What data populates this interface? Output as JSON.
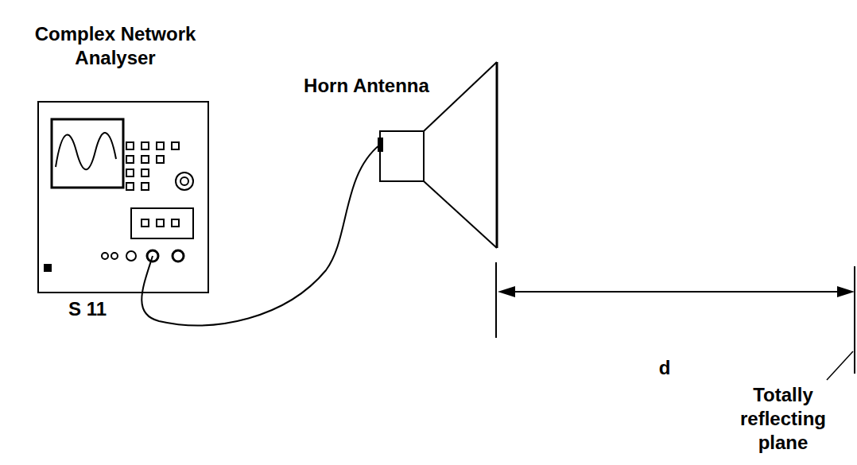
{
  "diagram": {
    "labels": [
      "Complex Network Analyser",
      "Horn Antenna",
      "S 11",
      "d",
      "Totally reflecting plane"
    ]
  }
}
